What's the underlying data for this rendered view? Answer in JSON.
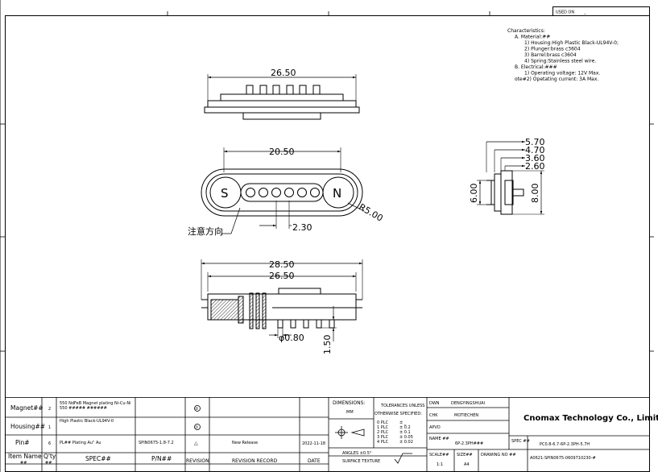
{
  "used_on_label": "USED ON",
  "used_on_value": "_",
  "characteristics": {
    "heading": "Characteristics:",
    "lines": [
      "A. Material:##",
      "1) Housing:High Plastic Black-UL94V-0;",
      "2) Plunger:brass c3604",
      "3) Barrel:brass c3604",
      "4) Spring:Stainless steel wire.",
      "B. Electrical:###",
      "1) Operating voltage: 12V Max.",
      "ote#2) Opetating current: 3A Max."
    ]
  },
  "dimensions": {
    "top_width": "26.50",
    "front_width": "20.50",
    "pin_pitch": "2.30",
    "end_radius": "R5.00",
    "side_w1": "5.70",
    "side_w2": "4.70",
    "side_w3": "3.60",
    "side_w4": "2.60",
    "side_h_left": "6.00",
    "side_h_right": "8.00",
    "bottom_width_outer": "28.50",
    "bottom_width_inner": "26.50",
    "pin_diameter": "φ0.80",
    "pin_height": "1.50"
  },
  "magnet_labels": {
    "south": "S",
    "north": "N"
  },
  "note_label": "注意方向",
  "title_block": {
    "rows": [
      {
        "item": "Magnet##",
        "qty": "2",
        "spec1": "550 NdFeB Magnet plating Ni-Cu-Ni",
        "spec2": "550 ##### ######",
        "pn": "",
        "rev": "②",
        "record": "",
        "date": ""
      },
      {
        "item": "Housing##",
        "qty": "1",
        "spec1": "High Plastic Black-UL94V-0",
        "spec2": "",
        "pn": "",
        "rev": "①",
        "record": "",
        "date": ""
      },
      {
        "item": "Pin#",
        "qty": "6",
        "spec1": "PL## Plating  Au\" Au",
        "spec2": "",
        "pn": "SPIN0675-1.8-7.2",
        "rev": "△",
        "record": "New Release",
        "date": "2022-11-18"
      }
    ],
    "header": {
      "item": "Item Name",
      "item_sub": "##",
      "qty": "Q'ty",
      "qty_sub": "##",
      "spec": "SPEC##",
      "pn": "P/N##",
      "revision": "REVISION",
      "record": "REVISION RECORD",
      "date": "DATE"
    },
    "dimensions_label": "DIMENSIONS:",
    "dimensions_unit": "MM",
    "tolerances_title": "TOLERANCES UNLESS",
    "tolerances_sub": "OTHERWISE SPECIFIED:",
    "tolerances": [
      {
        "plc": "0 PLC",
        "val": "±  _"
      },
      {
        "plc": "1 PLC",
        "val": "±  0.2"
      },
      {
        "plc": "2 PLC",
        "val": "±  0.1"
      },
      {
        "plc": "3 PLC",
        "val": "±  0.05"
      },
      {
        "plc": "4 PLC",
        "val": "±  0.02"
      }
    ],
    "angles": "ANGLES  ±0.5°",
    "surface": "SURFACE TEXTURE",
    "drawn_label": "DWN",
    "drawn_value": "DENGYINGSHUAI",
    "checked_label": "CHK",
    "checked_value": "MOTIECHEN",
    "approved_label": "APVD",
    "approved_value": "",
    "name_label": "NAME ##",
    "name_value": "6P-2.3PH###",
    "company": "Cnomax Technology Co., Limited",
    "spec_label": "SPEC ##",
    "spec_value": "PC0.8-6.7-6P-2.3PH-5.7H",
    "scale_label": "SCALE##",
    "scale_value": "1:1",
    "size_label": "SIZE##",
    "size_value": "A4",
    "drawing_no_label": "DRAWING NO ##",
    "drawing_no_value": "A0621-SPIN0675-0609710230-#"
  }
}
